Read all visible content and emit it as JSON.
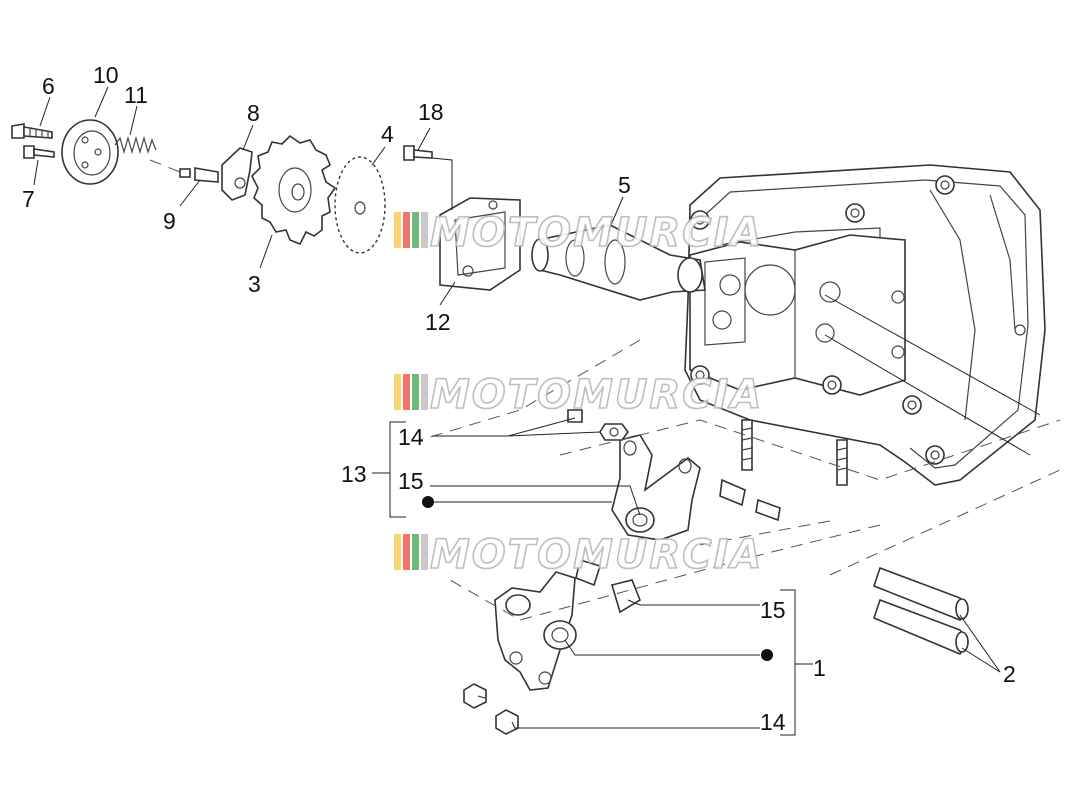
{
  "watermark": {
    "text": "MOTOMURCIA",
    "stripe_colors": [
      "#f4c542",
      "#e8473b",
      "#3fa34d",
      "#b7b7b7"
    ]
  },
  "callouts": {
    "p1": "1",
    "p2": "2",
    "p3": "3",
    "p4": "4",
    "p5": "5",
    "p6": "6",
    "p7": "7",
    "p8": "8",
    "p9": "9",
    "p10": "10",
    "p11": "11",
    "p12": "12",
    "p13": "13",
    "p14a": "14",
    "p14b": "14",
    "p15a": "15",
    "p15b": "15",
    "p18": "18"
  }
}
